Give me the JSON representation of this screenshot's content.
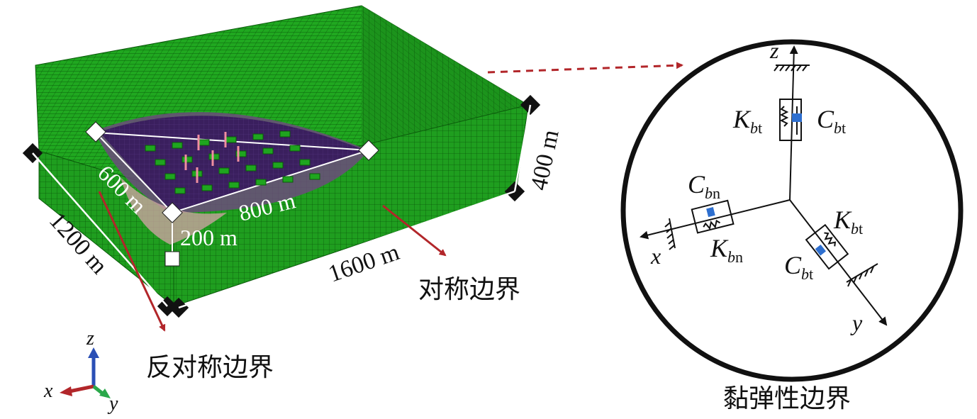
{
  "model": {
    "dimensions": {
      "width_front": "1600 m",
      "depth_side": "1200 m",
      "height_box": "400 m",
      "pit_length": "800 m",
      "pit_width": "600 m",
      "pit_depth": "200 m"
    },
    "boundaries": {
      "symmetric": "对称边界",
      "antisymmetric": "反对称边界"
    },
    "axes": {
      "x": "x",
      "y": "y",
      "z": "z"
    }
  },
  "detail": {
    "caption": "黏弹性边界",
    "axes": {
      "x": "x",
      "y": "y",
      "z": "z"
    },
    "labels": {
      "k_bt_top": {
        "main": "K",
        "sub_italic": "b",
        "sub_roman": "t"
      },
      "c_bt_top": {
        "main": "C",
        "sub_italic": "b",
        "sub_roman": "t"
      },
      "c_bn": {
        "main": "C",
        "sub_italic": "b",
        "sub_roman": "n"
      },
      "k_bn": {
        "main": "K",
        "sub_italic": "b",
        "sub_roman": "n"
      },
      "k_bt_y": {
        "main": "K",
        "sub_italic": "b",
        "sub_roman": "t"
      },
      "c_bt_y": {
        "main": "C",
        "sub_italic": "b",
        "sub_roman": "t"
      }
    }
  },
  "colors": {
    "mesh_green": "#1fa51f",
    "mesh_line": "#0b5a0b",
    "pit_purple": "#3a1f5e",
    "arrow_red": "#b2262a",
    "axis_blue": "#2a4fb5",
    "axis_green": "#2aa84a",
    "damper_blue": "#2e6fcf"
  }
}
